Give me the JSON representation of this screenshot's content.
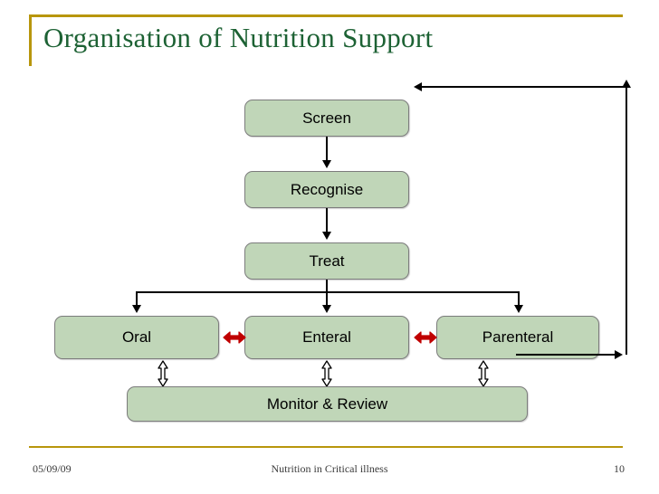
{
  "slide": {
    "title": "Organisation of Nutrition Support",
    "accent_color": "#b8960c",
    "title_color": "#1d6234",
    "box_fill": "#c0d6b8",
    "box_border": "#7c7c7c",
    "red_arrow_color": "#c00000"
  },
  "flowchart": {
    "type": "flow-diagram",
    "nodes": [
      {
        "id": "screen",
        "label": "Screen"
      },
      {
        "id": "recognise",
        "label": "Recognise"
      },
      {
        "id": "treat",
        "label": "Treat"
      },
      {
        "id": "oral",
        "label": "Oral"
      },
      {
        "id": "enteral",
        "label": "Enteral"
      },
      {
        "id": "parenteral",
        "label": "Parenteral"
      },
      {
        "id": "monitor",
        "label": "Monitor & Review"
      }
    ],
    "connectors": [
      {
        "from": "screen",
        "to": "recognise",
        "kind": "arrow-down"
      },
      {
        "from": "recognise",
        "to": "treat",
        "kind": "arrow-down"
      },
      {
        "from": "treat",
        "to": "oral",
        "kind": "branch-down"
      },
      {
        "from": "treat",
        "to": "enteral",
        "kind": "branch-down"
      },
      {
        "from": "treat",
        "to": "parenteral",
        "kind": "branch-down"
      },
      {
        "from": "oral",
        "to": "enteral",
        "kind": "double-arrow-horizontal-red"
      },
      {
        "from": "enteral",
        "to": "parenteral",
        "kind": "double-arrow-horizontal-red"
      },
      {
        "from": "oral",
        "to": "monitor",
        "kind": "double-arrow-vertical-outline"
      },
      {
        "from": "enteral",
        "to": "monitor",
        "kind": "double-arrow-vertical-outline"
      },
      {
        "from": "parenteral",
        "to": "monitor",
        "kind": "double-arrow-vertical-outline"
      },
      {
        "from": "parenteral",
        "to": "screen",
        "kind": "feedback-loop"
      }
    ]
  },
  "footer": {
    "date": "05/09/09",
    "title": "Nutrition in Critical illness",
    "page_number": "10"
  }
}
